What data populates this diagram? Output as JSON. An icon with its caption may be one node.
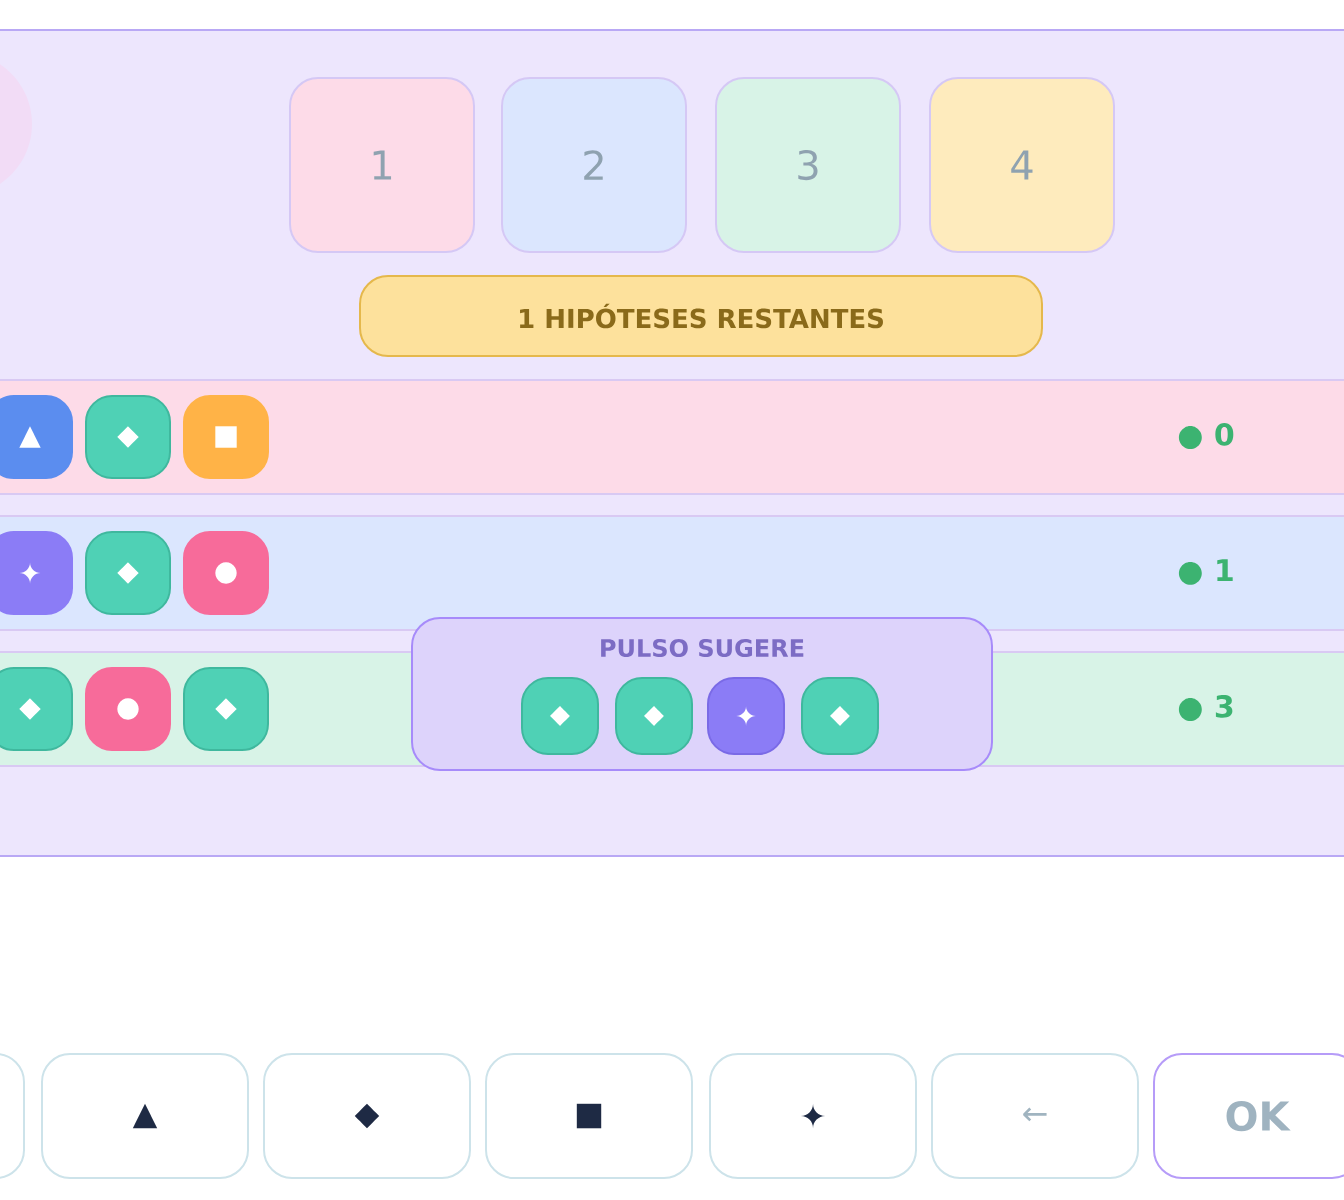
{
  "diagram": {
    "nodes": [
      {
        "text": [],
        "shape": "box"
      },
      {
        "text": [
          "1"
        ],
        "in": 0
      },
      {
        "text": [
          "2"
        ],
        "in": 0
      },
      {
        "text": [
          "3"
        ],
        "in": 0
      },
      {
        "text": [
          "4"
        ],
        "in": 0
      },
      {
        "text": [
          "1 HIPÓTESES RESTANTES"
        ],
        "in": 0
      },
      {
        "text": [
          "● 0"
        ],
        "in": 0
      },
      {
        "text": [
          "▲"
        ],
        "in": 6
      },
      {
        "text": [
          "◆"
        ],
        "in": 6
      },
      {
        "text": [
          "■"
        ],
        "in": 6
      },
      {
        "text": [
          "● 1"
        ],
        "in": 0
      },
      {
        "text": [
          "✦"
        ],
        "in": 10
      },
      {
        "text": [
          "◆"
        ],
        "in": 10
      },
      {
        "text": [
          "●"
        ],
        "in": 10
      },
      {
        "text": [
          "● 3"
        ],
        "in": 0
      },
      {
        "text": [
          "◆"
        ],
        "in": 14
      },
      {
        "text": [
          "●"
        ],
        "in": 14
      },
      {
        "text": [
          "◆"
        ],
        "in": 14
      },
      {
        "text": [
          "PULSO SUGERE"
        ],
        "in": 0
      },
      {
        "text": [
          "◆"
        ]
      },
      {
        "text": [
          "◆"
        ]
      },
      {
        "text": [
          "✦"
        ]
      },
      {
        "text": [
          "◆"
        ]
      },
      {
        "text": [],
        "shape": "box"
      },
      {
        "text": [
          "▲"
        ]
      },
      {
        "text": [
          "◆"
        ]
      },
      {
        "text": [
          "■"
        ]
      },
      {
        "text": [
          "✦"
        ]
      },
      {
        "text": [
          "←"
        ]
      },
      {
        "text": [
          "OK"
        ]
      }
    ]
  }
}
